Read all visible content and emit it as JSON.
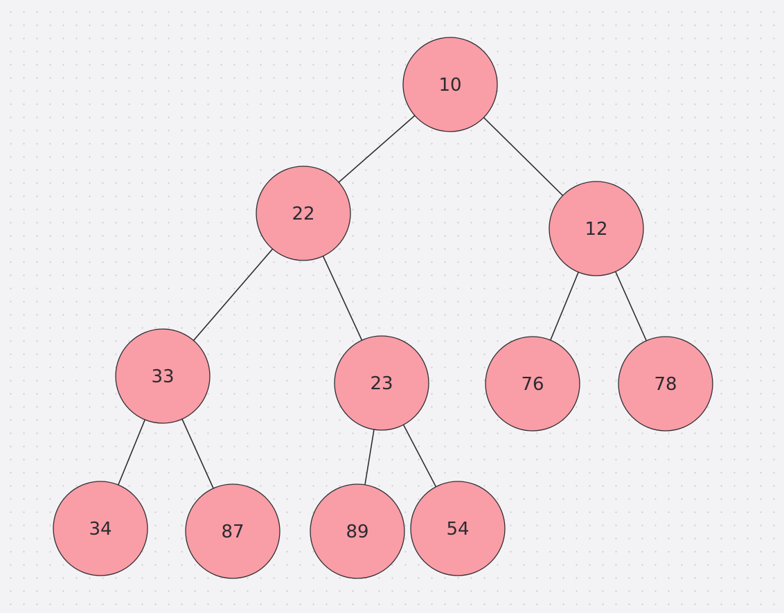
{
  "tree": {
    "nodes": [
      {
        "id": "n10",
        "label": "10"
      },
      {
        "id": "n22",
        "label": "22"
      },
      {
        "id": "n12",
        "label": "12"
      },
      {
        "id": "n33",
        "label": "33"
      },
      {
        "id": "n23",
        "label": "23"
      },
      {
        "id": "n76",
        "label": "76"
      },
      {
        "id": "n78",
        "label": "78"
      },
      {
        "id": "n34",
        "label": "34"
      },
      {
        "id": "n87",
        "label": "87"
      },
      {
        "id": "n89",
        "label": "89"
      },
      {
        "id": "n54",
        "label": "54"
      }
    ],
    "edges": [
      {
        "from": "n10",
        "to": "n22"
      },
      {
        "from": "n10",
        "to": "n12"
      },
      {
        "from": "n22",
        "to": "n33"
      },
      {
        "from": "n22",
        "to": "n23"
      },
      {
        "from": "n12",
        "to": "n76"
      },
      {
        "from": "n12",
        "to": "n78"
      },
      {
        "from": "n33",
        "to": "n34"
      },
      {
        "from": "n33",
        "to": "n87"
      },
      {
        "from": "n23",
        "to": "n89"
      },
      {
        "from": "n23",
        "to": "n54"
      }
    ],
    "colors": {
      "node_fill": "#f99da7",
      "node_stroke": "#2e2e32",
      "edge": "#2e2e32",
      "background": "#f3f3f5"
    }
  }
}
